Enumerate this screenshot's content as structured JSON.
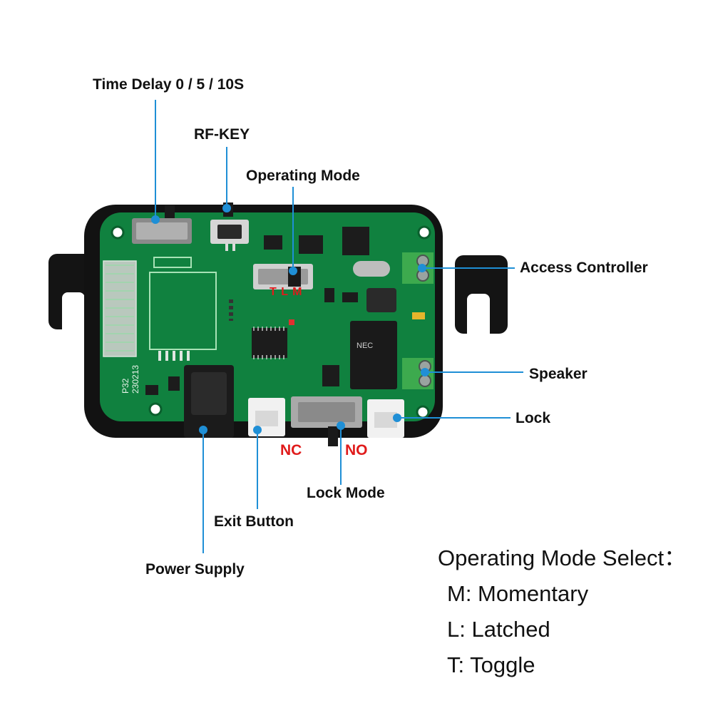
{
  "colors": {
    "pcb": "#10813f",
    "pcb_dark": "#0a5f2d",
    "enclosure": "#121212",
    "callout": "#1f8fd6",
    "highlight": "#e01b1b",
    "terminal": "#3daa4e"
  },
  "callouts": {
    "time_delay": "Time Delay 0 / 5 / 10S",
    "rf_key": "RF-KEY",
    "operating_mode": "Operating Mode",
    "access_controller": "Access Controller",
    "speaker": "Speaker",
    "lock": "Lock",
    "lock_mode": "Lock Mode",
    "exit_button": "Exit Button",
    "power_supply": "Power Supply"
  },
  "switch_marks": {
    "mode_positions": "T L M",
    "nc": "NC",
    "no": "NO"
  },
  "board_text": {
    "model": "P32",
    "date": "230213"
  },
  "mode_select": {
    "heading": "Operating Mode Select：",
    "items": [
      "M: Momentary",
      "L: Latched",
      "T: Toggle"
    ]
  }
}
